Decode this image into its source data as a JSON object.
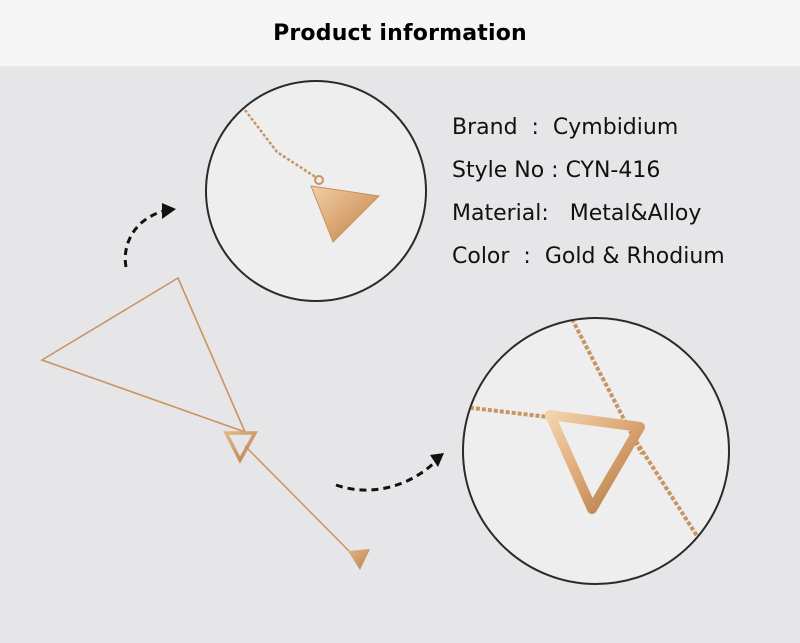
{
  "header": {
    "title": "Product information"
  },
  "info": {
    "brand": "Brand  :  Cymbidium",
    "style_no": "Style No : CYN-416",
    "material": "Material:   Metal&Alloy",
    "color": "Color  :  Gold & Rhodium"
  },
  "colors": {
    "gold": "#d4a06a",
    "gold_dark": "#b7834f",
    "background": "#e6e6e8",
    "header_bg": "#f5f5f5"
  },
  "icons": {
    "arrow_top": "curved-dashed-arrow-icon",
    "arrow_bottom": "curved-dashed-arrow-icon"
  }
}
